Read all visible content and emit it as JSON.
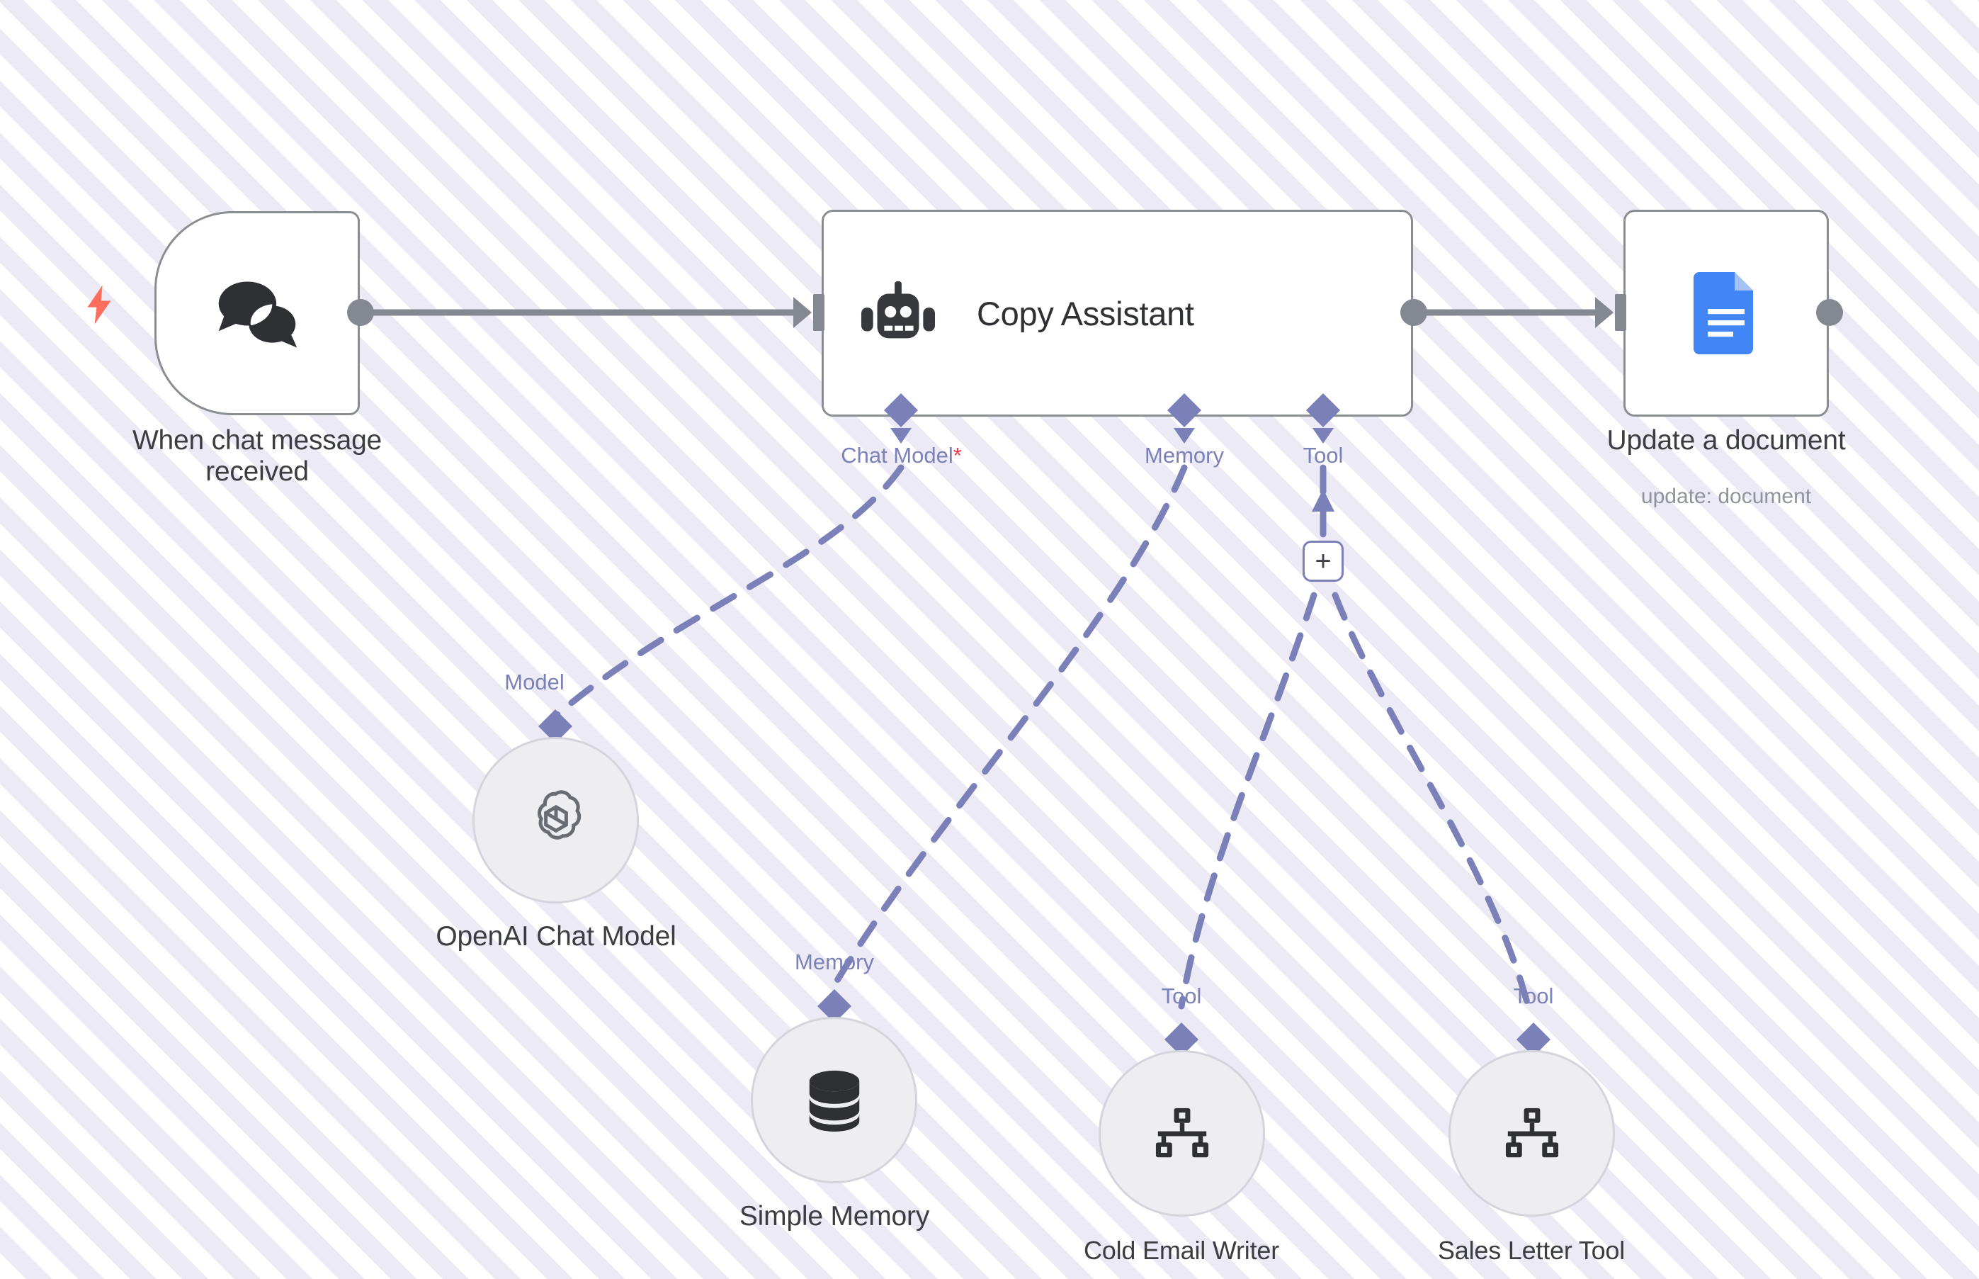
{
  "canvas": {
    "background_color": "#fbfbfd",
    "stripe_color": "#eceaf5",
    "accent_purple": "#7b81b8",
    "node_border": "#8a8d91",
    "trigger_bolt_color": "#fd6f5d",
    "required_star_color": "#f0344a"
  },
  "nodes": {
    "trigger": {
      "title": "When chat message\nreceived",
      "icon": "chat-bubbles-icon",
      "badge": "lightning-bolt-icon"
    },
    "agent": {
      "title": "Copy Assistant",
      "icon": "robot-icon",
      "ports": [
        {
          "label": "Chat Model",
          "required": true,
          "required_marker": "*"
        },
        {
          "label": "Memory",
          "required": false,
          "required_marker": ""
        },
        {
          "label": "Tool",
          "required": false,
          "required_marker": ""
        }
      ],
      "add_tool_button": "+"
    },
    "document": {
      "title": "Update a document",
      "subtitle": "update: document",
      "icon": "google-docs-icon"
    },
    "chat_model": {
      "title": "OpenAI Chat Model",
      "port_label": "Model",
      "icon": "openai-icon"
    },
    "memory": {
      "title": "Simple Memory",
      "port_label": "Memory",
      "icon": "database-icon"
    },
    "cold_email_tool": {
      "title": "Cold Email Writer",
      "port_label": "Tool",
      "icon": "sitemap-icon"
    },
    "sales_letter_tool": {
      "title": "Sales Letter Tool",
      "port_label": "Tool",
      "icon": "sitemap-icon"
    }
  }
}
